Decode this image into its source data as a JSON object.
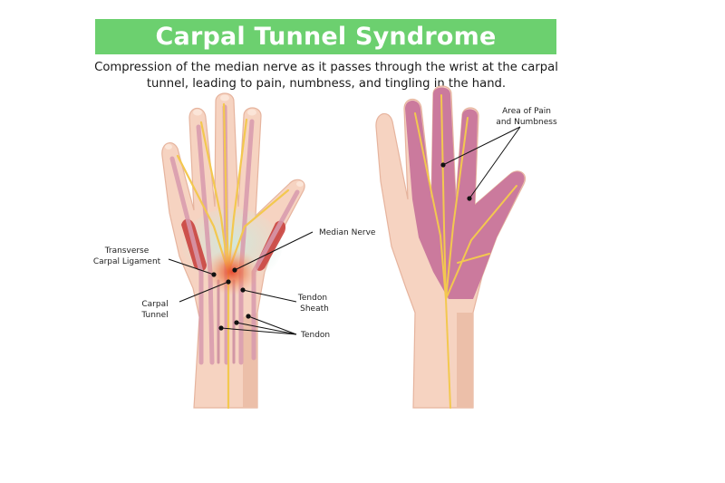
{
  "title": "Carpal Tunnel Syndrome",
  "subtitle": {
    "line1": "Compression of the median nerve as it passes through the wrist at the carpal",
    "line2": "tunnel, leading to pain, numbness, and tingling in the hand."
  },
  "labels": {
    "median_nerve": "Median Nerve",
    "transverse_line1": "Transverse",
    "transverse_line2": "Carpal Ligament",
    "carpal_line1": "Carpal",
    "carpal_line2": "Tunnel",
    "sheath_line1": "Tendon",
    "sheath_line2": "Sheath",
    "tendon": "Tendon",
    "pain_line1": "Area of Pain",
    "pain_line2": "and Numbness"
  },
  "colors": {
    "banner": "#6cd06f",
    "skin": "#f6d3c1",
    "skin_shadow": "#e9b8a3",
    "numb_area": "#c7729a",
    "nerve": "#f3c84f",
    "tendon": "#d89aae",
    "muscle": "#c9423e",
    "inflammation": "#e8452a"
  }
}
